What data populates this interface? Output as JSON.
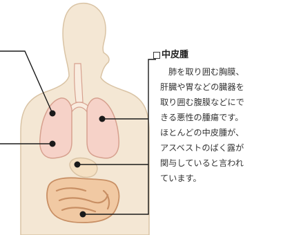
{
  "description": {
    "title": "中皮腫",
    "lines": [
      "肺を取り囲む胸膜、",
      "肝臓や胃などの臓器を",
      "取り囲む腹膜などにで",
      "きる悪性の腫瘍です。",
      "ほとんどの中皮腫が、",
      "アスベストのばく露が",
      "関与していると言われ",
      "ています。"
    ]
  },
  "colors": {
    "body_fill": "#f4e7d4",
    "body_outline": "#d9c3a4",
    "lung_fill": "#f6d2c8",
    "lung_outline": "#d6a08e",
    "trachea_fill": "#f9ecdf",
    "organ_fill": "#f5e0c2",
    "intestine_fill": "#f1c9a3",
    "intestine_outline": "#c88f64",
    "line": "#1a1a1a"
  }
}
